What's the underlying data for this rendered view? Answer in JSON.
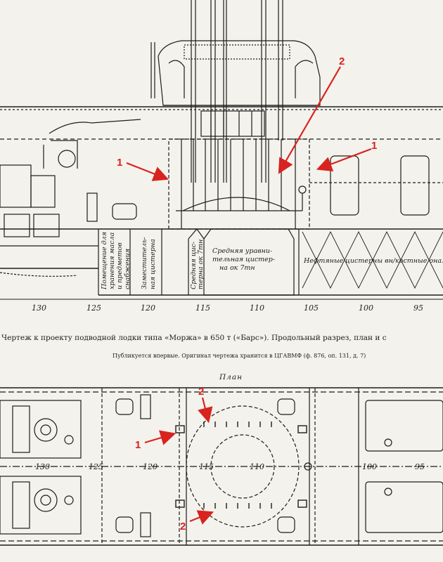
{
  "caption": {
    "main": "Чертеж к проекту подводной лодки типа «Моржа» в 650 т («Барс»). Продольный разрез, план и с",
    "sub": "Публикуется впервые. Оригинал чертежа хранится в ЦГАВМФ (ф. 876, оп. 131, д. 7)"
  },
  "plan_title": "План",
  "section_frames": [
    "130",
    "125",
    "120",
    "115",
    "110",
    "105",
    "100",
    "95"
  ],
  "plan_frames": [
    "130",
    "125",
    "120",
    "115",
    "110",
    "100",
    "95"
  ],
  "tank_labels": {
    "oil_tank_1": "Помещение для",
    "oil_tank_2": "хранения масла",
    "oil_tank_3": "и предметов",
    "oil_tank_4": "снабжения",
    "replacement_1": "Заместитель-",
    "replacement_2": "ная цистерна",
    "trim_1": "Средняя цис-",
    "trim_2": "терна ок 7тн",
    "equalizing_1": "Средняя уравни-",
    "equalizing_2": "тельная цистер-",
    "equalizing_3": "на ок 7тн",
    "fuel": "Нефтяные цистерны вн/костные онало"
  },
  "markers": {
    "m1_left": "1",
    "m2_top": "2",
    "m1_right": "1",
    "m2_plan_top": "2",
    "m1_plan": "1",
    "m2_plan_bottom": "2"
  },
  "colors": {
    "ink": "#1c1c1c",
    "paper": "#f4f2ec",
    "annotation": "#d8231f"
  }
}
